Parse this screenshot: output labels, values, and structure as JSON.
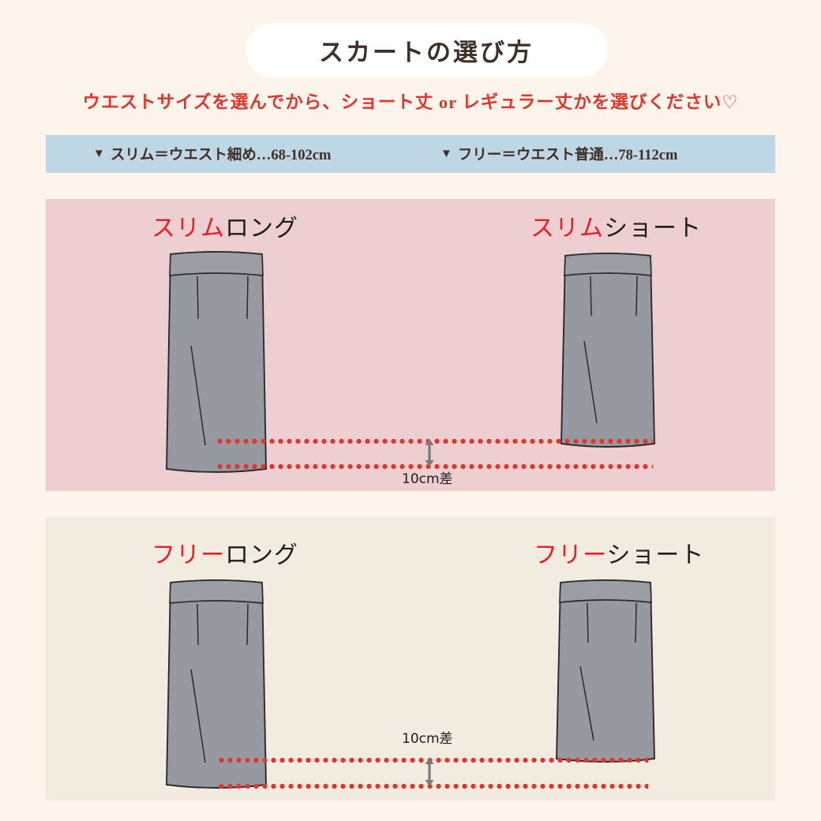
{
  "page": {
    "background_color": "#FDF4EC",
    "title": "スカートの選び方"
  },
  "subtitle": {
    "text": "ウエストサイズを選んでから、ショート丈 or レギュラー丈かを選びください♡",
    "color": "#E2352B"
  },
  "size_band": {
    "background_color": "#BFD6E4",
    "marker": "▼",
    "items": [
      {
        "marker": "▼",
        "label": "スリム＝ウエスト細め…68-102cm"
      },
      {
        "marker": "▼",
        "label": "フリー＝ウエスト普通…78-112cm"
      }
    ]
  },
  "panels": [
    {
      "id": "slim",
      "background_color": "#EDCFD1",
      "captions": [
        {
          "highlight": "スリム",
          "rest": "ロング"
        },
        {
          "highlight": "スリム",
          "rest": "ショート"
        }
      ],
      "difference_label": "10cm差"
    },
    {
      "id": "free",
      "background_color": "#F2EBE0",
      "captions": [
        {
          "highlight": "フリー",
          "rest": "ロング"
        },
        {
          "highlight": "フリー",
          "rest": "ショート"
        }
      ],
      "difference_label": "10cm差"
    }
  ],
  "colors": {
    "title_text": "#40302A",
    "accent_red": "#ED1C24",
    "dotted_line": "#E8332B",
    "skirt_fill": "#969AA0",
    "skirt_outline": "#2B2B2B",
    "arrow": "#7A7A7A"
  }
}
